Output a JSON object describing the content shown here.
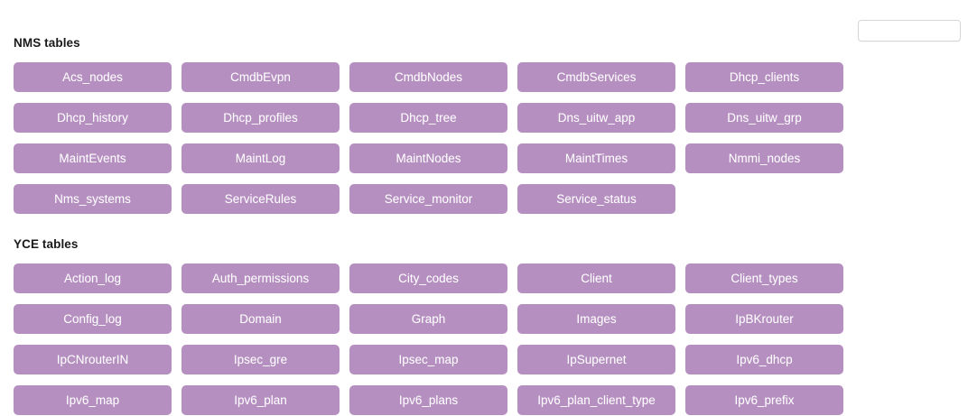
{
  "search": {
    "value": "",
    "placeholder": ""
  },
  "sections": [
    {
      "id": "nms",
      "title": "NMS tables",
      "tables": [
        "Acs_nodes",
        "CmdbEvpn",
        "CmdbNodes",
        "CmdbServices",
        "Dhcp_clients",
        "Dhcp_history",
        "Dhcp_profiles",
        "Dhcp_tree",
        "Dns_uitw_app",
        "Dns_uitw_grp",
        "MaintEvents",
        "MaintLog",
        "MaintNodes",
        "MaintTimes",
        "Nmmi_nodes",
        "Nms_systems",
        "ServiceRules",
        "Service_monitor",
        "Service_status"
      ]
    },
    {
      "id": "yce",
      "title": "YCE tables",
      "tables": [
        "Action_log",
        "Auth_permissions",
        "City_codes",
        "Client",
        "Client_types",
        "Config_log",
        "Domain",
        "Graph",
        "Images",
        "IpBKrouter",
        "IpCNrouterIN",
        "Ipsec_gre",
        "Ipsec_map",
        "IpSupernet",
        "Ipv6_dhcp",
        "Ipv6_map",
        "Ipv6_plan",
        "Ipv6_plans",
        "Ipv6_plan_client_type",
        "Ipv6_prefix"
      ]
    }
  ],
  "colors": {
    "button_background": "#b58fc0",
    "button_text": "#ffffff",
    "page_background": "#ffffff",
    "heading_text": "#1a1a1a",
    "input_border": "#d6d6d6"
  }
}
